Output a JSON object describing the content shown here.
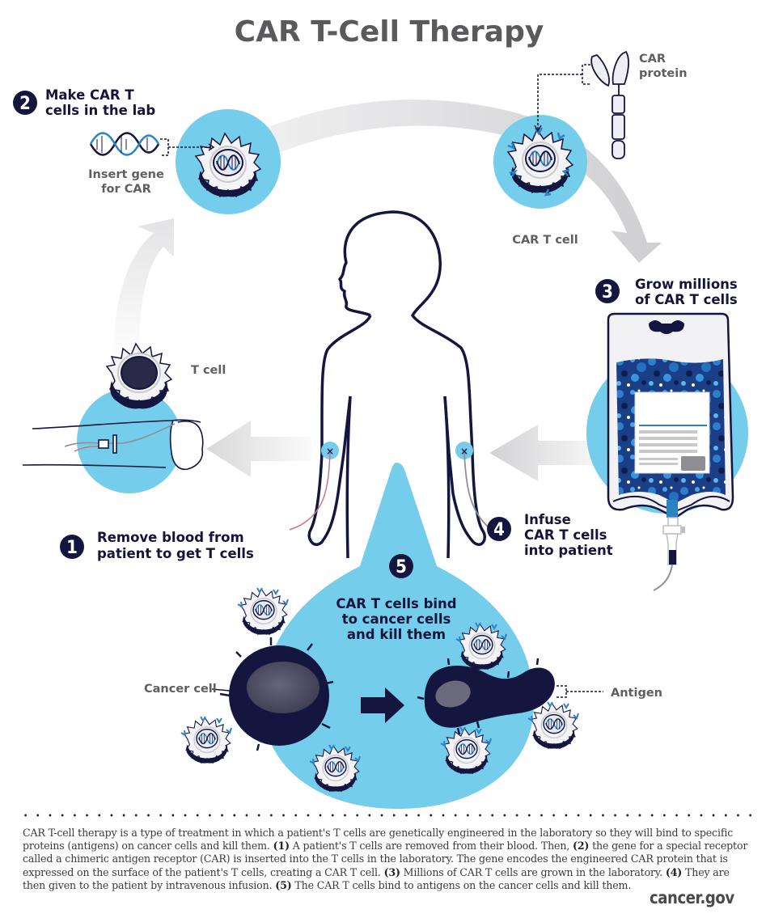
{
  "title": "CAR T-Cell Therapy",
  "colors": {
    "navy": "#15163f",
    "light_blue": "#74cdea",
    "mid_blue": "#2b83c4",
    "arrow_gray": "#d6d6d8",
    "label_gray": "#5f5f62"
  },
  "steps": [
    {
      "number": "1",
      "line1": "Remove blood from",
      "line2": "patient to get T cells"
    },
    {
      "number": "2",
      "line1": "Make CAR T",
      "line2": "cells in the lab"
    },
    {
      "number": "3",
      "line1": "Grow millions",
      "line2": "of CAR T cells"
    },
    {
      "number": "4",
      "line1": "Infuse",
      "line2": "CAR T cells",
      "line3": "into patient"
    },
    {
      "number": "5",
      "line1": "CAR T cells bind",
      "line2": "to cancer cells",
      "line3": "and kill them"
    }
  ],
  "callouts": {
    "insert_gene_1": "Insert gene",
    "insert_gene_2": "for CAR",
    "car_protein_1": "CAR",
    "car_protein_2": "protein",
    "car_t_cell": "CAR T cell",
    "t_cell": "T cell",
    "cancer_cell": "Cancer cell",
    "antigen": "Antigen"
  },
  "caption": {
    "text_a": "CAR T-cell therapy is a type of treatment in which a patient's T cells are genetically engineered in the laboratory so they will bind to specific proteins (antigens) on cancer cells and kill them. ",
    "n1": "(1)",
    "text_b": " A patient's T cells are removed from their blood. Then, ",
    "n2": "(2)",
    "text_c": " the gene for a special receptor called a chimeric antigen receptor (CAR) is inserted into the T cells in the laboratory. The gene encodes the engineered CAR protein that is expressed on the surface of the patient's T cells, creating a CAR T cell. ",
    "n3": "(3)",
    "text_d": " Millions of CAR T cells are grown in the laboratory. ",
    "n4": "(4)",
    "text_e": " They are then given to the patient by intravenous infusion. ",
    "n5": "(5)",
    "text_f": " The CAR T cells bind to antigens on the cancer cells and kill them."
  },
  "source": "cancer.gov"
}
